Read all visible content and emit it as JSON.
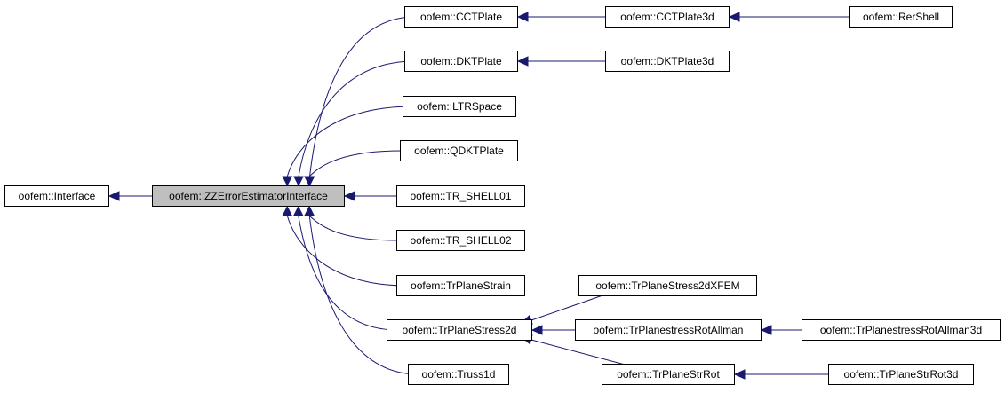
{
  "colors": {
    "edge": "#191970",
    "focus_fill": "#bfbfbf",
    "node_fill": "#ffffff",
    "border": "#000000"
  },
  "nodes": {
    "interface": "oofem::Interface",
    "zz": "oofem::ZZErrorEstimatorInterface",
    "cctplate": "oofem::CCTPlate",
    "cctplate3d": "oofem::CCTPlate3d",
    "rershell": "oofem::RerShell",
    "dktplate": "oofem::DKTPlate",
    "dktplate3d": "oofem::DKTPlate3d",
    "ltrspace": "oofem::LTRSpace",
    "qdktplate": "oofem::QDKTPlate",
    "trshell01": "oofem::TR_SHELL01",
    "trshell02": "oofem::TR_SHELL02",
    "trplanestrain": "oofem::TrPlaneStrain",
    "trplanestress2d": "oofem::TrPlaneStress2d",
    "trplanestress2dxfem": "oofem::TrPlaneStress2dXFEM",
    "trplanestressrotallman": "oofem::TrPlanestressRotAllman",
    "trplanestressrotallman3d": "oofem::TrPlanestressRotAllman3d",
    "trplanestrrot": "oofem::TrPlaneStrRot",
    "trplanestrrot3d": "oofem::TrPlaneStrRot3d",
    "truss1d": "oofem::Truss1d"
  },
  "edges": [
    [
      "zz",
      "interface"
    ],
    [
      "cctplate",
      "zz"
    ],
    [
      "dktplate",
      "zz"
    ],
    [
      "ltrspace",
      "zz"
    ],
    [
      "qdktplate",
      "zz"
    ],
    [
      "trshell01",
      "zz"
    ],
    [
      "trshell02",
      "zz"
    ],
    [
      "trplanestrain",
      "zz"
    ],
    [
      "trplanestress2d",
      "zz"
    ],
    [
      "truss1d",
      "zz"
    ],
    [
      "cctplate3d",
      "cctplate"
    ],
    [
      "rershell",
      "cctplate3d"
    ],
    [
      "dktplate3d",
      "dktplate"
    ],
    [
      "trplanestress2dxfem",
      "trplanestress2d"
    ],
    [
      "trplanestressrotallman",
      "trplanestress2d"
    ],
    [
      "trplanestrrot",
      "trplanestress2d"
    ],
    [
      "trplanestressrotallman3d",
      "trplanestressrotallman"
    ],
    [
      "trplanestrrot3d",
      "trplanestrrot"
    ]
  ]
}
